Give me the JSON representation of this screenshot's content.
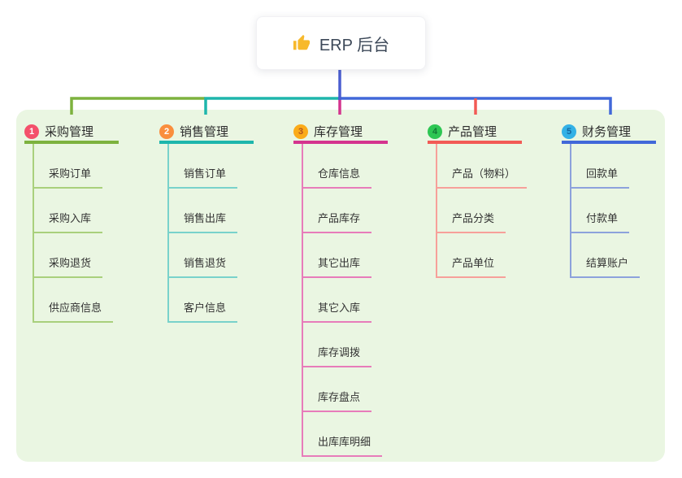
{
  "root": {
    "title": "ERP 后台",
    "icon": "thumbs-up"
  },
  "colors": {
    "page_bg": "#ffffff",
    "panel_bg": "#eaf6e2",
    "root_line": "#4a5ed0",
    "root_box_bg": "#ffffff",
    "title_color": "#3c4858",
    "text_color": "#333333",
    "thumb_yellow": "#f7b92c"
  },
  "branches": [
    {
      "num": "1",
      "label": "采购管理",
      "color": "#7db23e",
      "light_color": "#a9d07c",
      "badge_bg": "#f4506b",
      "badge_fg": "#ffffff",
      "children": [
        "采购订单",
        "采购入库",
        "采购退货",
        "供应商信息"
      ]
    },
    {
      "num": "2",
      "label": "销售管理",
      "color": "#1eb6ac",
      "light_color": "#79d2cb",
      "badge_bg": "#fa8e3d",
      "badge_fg": "#ffffff",
      "children": [
        "销售订单",
        "销售出库",
        "销售退货",
        "客户信息"
      ]
    },
    {
      "num": "3",
      "label": "库存管理",
      "color": "#d4348e",
      "light_color": "#e77cba",
      "badge_bg": "#fbab19",
      "badge_fg": "#b3541e",
      "children": [
        "仓库信息",
        "产品库存",
        "其它出库",
        "其它入库",
        "库存调拨",
        "库存盘点",
        "出库库明细"
      ]
    },
    {
      "num": "4",
      "label": "产品管理",
      "color": "#f25a55",
      "light_color": "#f7a09a",
      "badge_bg": "#2dc653",
      "badge_fg": "#127a35",
      "children": [
        "产品（物料）",
        "产品分类",
        "产品单位"
      ]
    },
    {
      "num": "5",
      "label": "财务管理",
      "color": "#4168d9",
      "light_color": "#8da2dc",
      "badge_bg": "#33b1e6",
      "badge_fg": "#1567a0",
      "children": [
        "回款单",
        "付款单",
        "结算账户"
      ]
    }
  ]
}
